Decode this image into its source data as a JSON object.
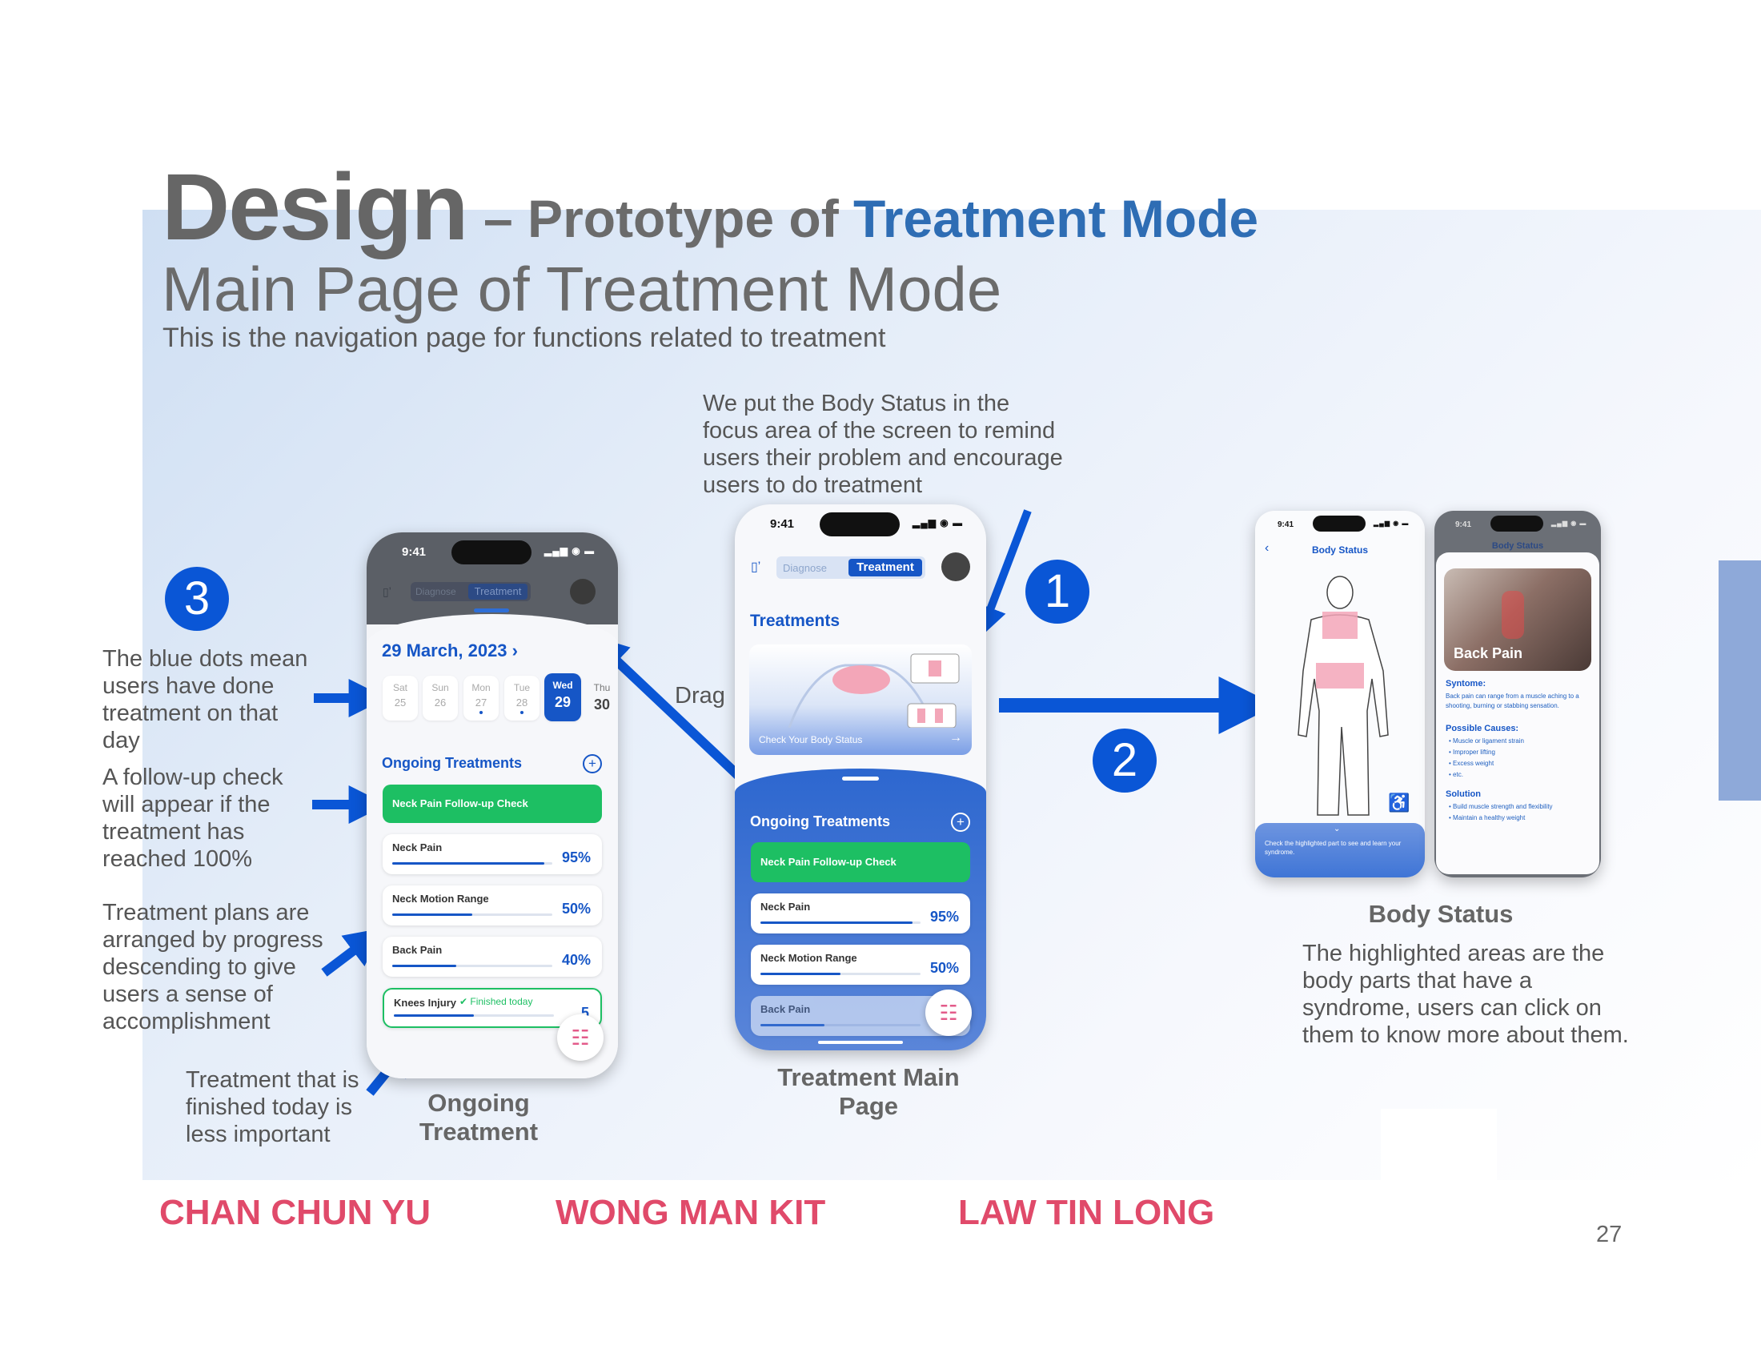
{
  "title": {
    "design": "Design",
    "sub_prefix": "– Prototype of ",
    "sub_highlight": "Treatment Mode"
  },
  "heading": "Main Page of Treatment Mode",
  "subheading": "This is the navigation page for functions related to treatment",
  "notes": {
    "body_status_focus": "We put the Body Status in the focus area of the screen to remind users their problem and encourage users to do treatment",
    "blue_dots": "The blue dots mean users have done treatment on that day",
    "follow_up": "A follow-up check will appear if the treatment has reached 100%",
    "arranged": "Treatment plans are arranged by progress descending to give users a sense of accomplishment",
    "finished": "Treatment that is finished today is less important",
    "drag": "Drag",
    "highlighted": "The highlighted areas are the body parts that have a syndrome, users can click on them to know more about them."
  },
  "badges": {
    "one": "1",
    "two": "2",
    "three": "3"
  },
  "captions": {
    "ongoing": "Ongoing Treatment",
    "main": "Treatment Main Page",
    "body": "Body Status"
  },
  "names": [
    "CHAN CHUN YU",
    "WONG MAN KIT",
    "LAW TIN LONG"
  ],
  "page_number": "27",
  "colors": {
    "accent": "#0a56d6",
    "title_blue": "#2e6db4",
    "names": "#e04a6a",
    "green": "#1dbf63"
  },
  "phone_ongoing": {
    "time": "9:41",
    "tabs": {
      "diagnose": "Diagnose",
      "treatment": "Treatment"
    },
    "date": "29 March, 2023 ›",
    "days": [
      {
        "name": "Sat",
        "num": "25",
        "dot": false
      },
      {
        "name": "Sun",
        "num": "26",
        "dot": false
      },
      {
        "name": "Mon",
        "num": "27",
        "dot": true
      },
      {
        "name": "Tue",
        "num": "28",
        "dot": true
      },
      {
        "name": "Wed",
        "num": "29",
        "dot": false
      },
      {
        "name": "Thu",
        "num": "30",
        "dot": false
      }
    ],
    "section": "Ongoing Treatments",
    "follow_up": "Neck Pain Follow-up Check",
    "items": [
      {
        "name": "Neck Pain",
        "pct": "95%",
        "progress": 0.95
      },
      {
        "name": "Neck Motion Range",
        "pct": "50%",
        "progress": 0.5
      },
      {
        "name": "Back Pain",
        "pct": "40%",
        "progress": 0.4
      },
      {
        "name": "Knees Injury",
        "pct": "5",
        "progress": 0.5
      }
    ],
    "finished_today": "Finished today"
  },
  "phone_main": {
    "time": "9:41",
    "tabs": {
      "diagnose": "Diagnose",
      "treatment": "Treatment"
    },
    "section_title": "Treatments",
    "check_body": "Check Your Body Status",
    "ongoing": "Ongoing Treatments",
    "follow_up": "Neck Pain Follow-up Check",
    "items": [
      {
        "name": "Neck Pain",
        "pct": "95%",
        "progress": 0.95
      },
      {
        "name": "Neck Motion Range",
        "pct": "50%",
        "progress": 0.5
      },
      {
        "name": "Back Pain",
        "pct": "",
        "progress": 0.4
      }
    ]
  },
  "phone_body": {
    "time": "9:41",
    "title": "Body Status",
    "hint": "Check the highlighted part to see and learn your syndrome."
  },
  "phone_detail": {
    "time": "9:41",
    "title": "Body Status",
    "image_label": "Back Pain",
    "syndrome_title": "Syntome:",
    "syndrome_text": "Back pain can range from a muscle aching to a shooting, burning or stabbing sensation.",
    "causes_title": "Possible Causes:",
    "causes": [
      "Muscle or ligament strain",
      "Improper lifting",
      "Excess weight",
      "etc."
    ],
    "solution_title": "Solution",
    "solutions": [
      "Build muscle strength and flexibility",
      "Maintain a healthy weight"
    ]
  }
}
